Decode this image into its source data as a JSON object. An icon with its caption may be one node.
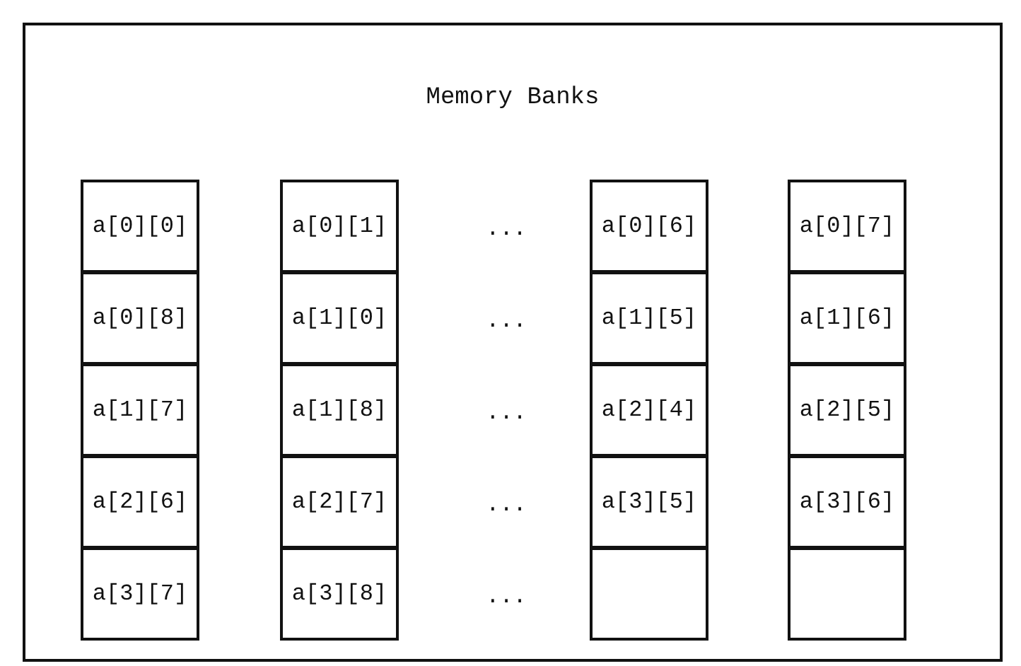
{
  "diagram": {
    "nodes": [
      {
        "text": [
          "Memory Banks"
        ]
      },
      {
        "text": [
          "a[0][0]"
        ],
        "in": 0
      },
      {
        "text": [
          "a[0][1]"
        ],
        "in": 0
      },
      {
        "text": [
          "a[0][6]"
        ],
        "in": 0
      },
      {
        "text": [
          "a[0][7]"
        ],
        "in": 0
      },
      {
        "text": [
          "a[0][8]"
        ],
        "in": 0
      },
      {
        "text": [
          "a[1][0]"
        ],
        "in": 0
      },
      {
        "text": [
          "a[1][5]"
        ],
        "in": 0
      },
      {
        "text": [
          "a[1][6]"
        ],
        "in": 0
      },
      {
        "text": [
          "a[1][7]"
        ],
        "in": 0
      },
      {
        "text": [
          "a[1][8]"
        ],
        "in": 0
      },
      {
        "text": [
          "a[2][4]"
        ],
        "in": 0
      },
      {
        "text": [
          "a[2][5]"
        ],
        "in": 0
      },
      {
        "text": [
          "a[2][6]"
        ],
        "in": 0
      },
      {
        "text": [
          "a[2][7]"
        ],
        "in": 0
      },
      {
        "text": [
          "a[3][5]"
        ],
        "in": 0
      },
      {
        "text": [
          "a[3][6]"
        ],
        "in": 0
      },
      {
        "text": [
          "a[3][7]"
        ],
        "in": 0
      },
      {
        "text": [
          "a[3][8]"
        ],
        "in": 0
      },
      {
        "text": [],
        "shape": "box",
        "in": 0
      },
      {
        "text": [],
        "shape": "box",
        "in": 0
      }
    ],
    "labels": [
      "...",
      "...",
      "...",
      "...",
      "..."
    ]
  }
}
